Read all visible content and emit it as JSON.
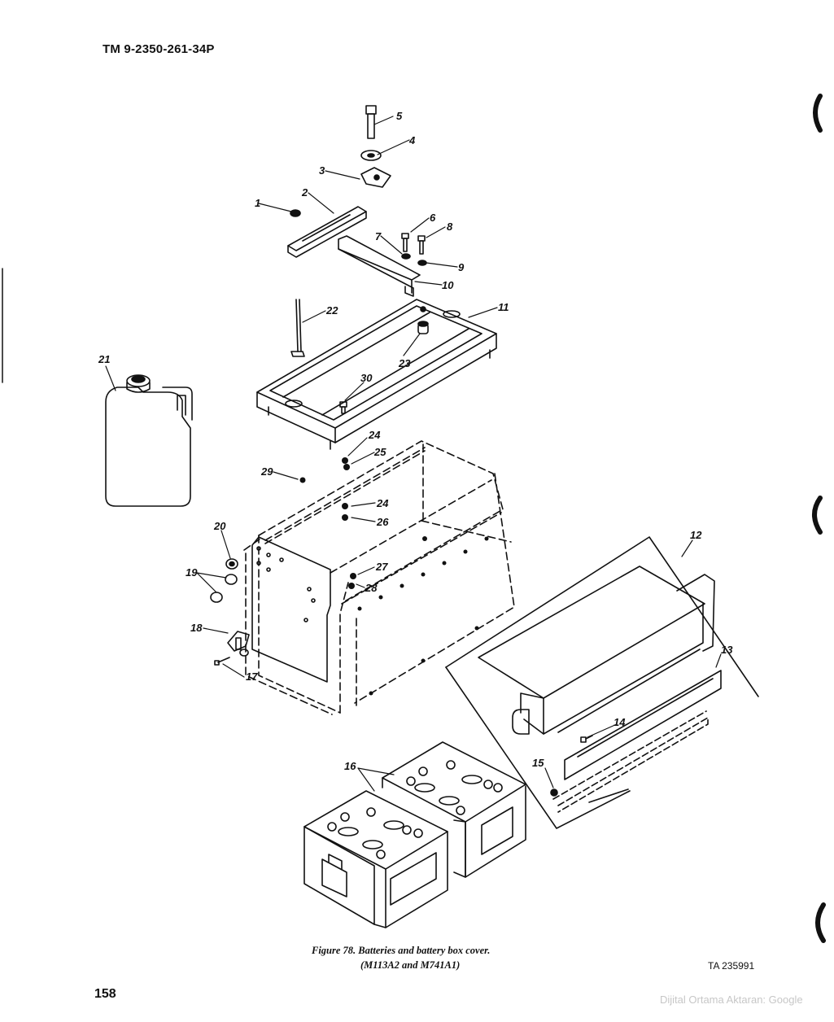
{
  "header": {
    "tm_number": "TM 9-2350-261-34P"
  },
  "figure": {
    "caption_line1": "Figure 78.  Batteries and battery box cover.",
    "caption_line2": "(M113A2 and M741A1)",
    "ta_number": "TA 235991"
  },
  "page_number": "158",
  "watermark": "Dijital Ortama Aktaran: Google",
  "callouts": [
    "1",
    "2",
    "3",
    "4",
    "5",
    "6",
    "7",
    "8",
    "9",
    "10",
    "11",
    "12",
    "13",
    "14",
    "15",
    "16",
    "17",
    "18",
    "19",
    "20",
    "21",
    "22",
    "23",
    "24",
    "25",
    "24",
    "26",
    "27",
    "28",
    "29",
    "30"
  ]
}
